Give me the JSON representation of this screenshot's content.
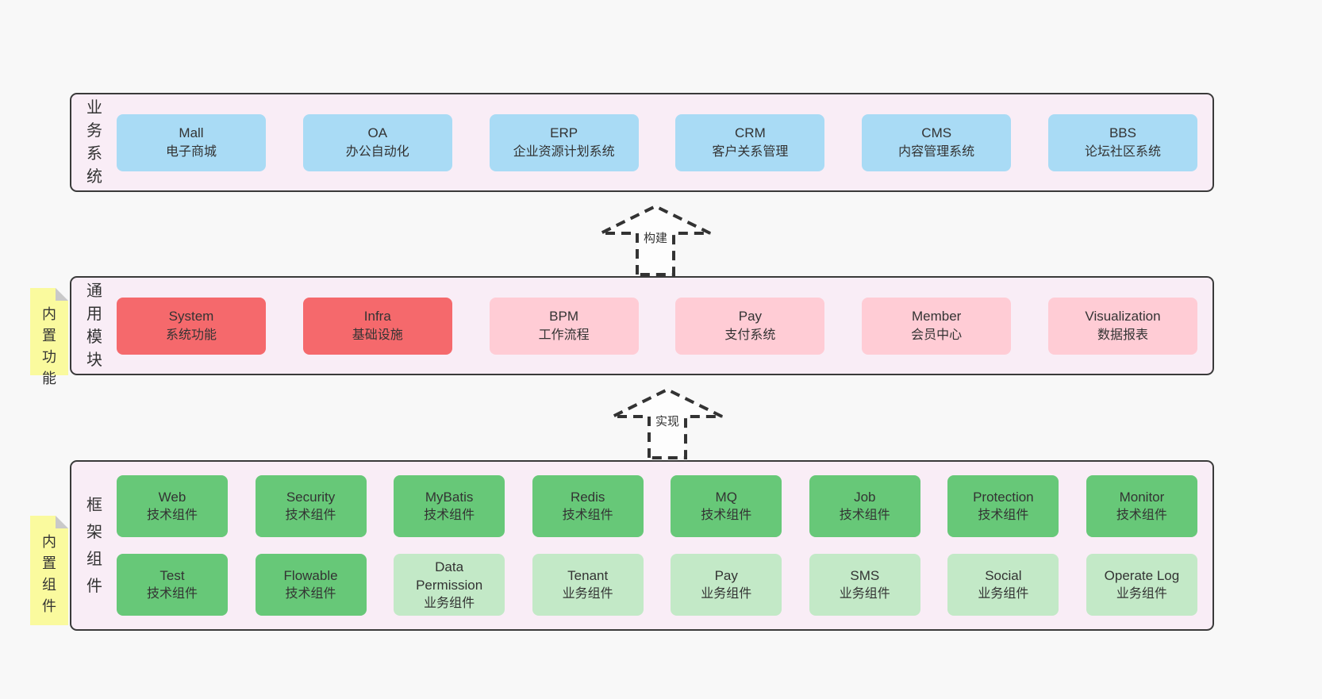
{
  "colors": {
    "page_bg": "#f8f8f8",
    "band_bg": "#f9edf6",
    "band_border": "#3a3a3a",
    "blue": "#a9dbf5",
    "red": "#f5696c",
    "pink": "#ffccd5",
    "green_dark": "#67c878",
    "green_light": "#c3e9c7",
    "sticky_bg": "#fafa9e",
    "sticky_fold": "#c9c9c9",
    "text": "#333333"
  },
  "bands": {
    "business": {
      "label": "业务系统",
      "boxes": [
        {
          "title": "Mall",
          "subtitle": "电子商城"
        },
        {
          "title": "OA",
          "subtitle": "办公自动化"
        },
        {
          "title": "ERP",
          "subtitle": "企业资源计划系统"
        },
        {
          "title": "CRM",
          "subtitle": "客户关系管理"
        },
        {
          "title": "CMS",
          "subtitle": "内容管理系统"
        },
        {
          "title": "BBS",
          "subtitle": "论坛社区系统"
        }
      ]
    },
    "modules": {
      "label": "通用模块",
      "sticky": "内置功能",
      "boxes": [
        {
          "title": "System",
          "subtitle": "系统功能",
          "variant": "red"
        },
        {
          "title": "Infra",
          "subtitle": "基础设施",
          "variant": "red"
        },
        {
          "title": "BPM",
          "subtitle": "工作流程",
          "variant": "pink"
        },
        {
          "title": "Pay",
          "subtitle": "支付系统",
          "variant": "pink"
        },
        {
          "title": "Member",
          "subtitle": "会员中心",
          "variant": "pink"
        },
        {
          "title": "Visualization",
          "subtitle": "数据报表",
          "variant": "pink"
        }
      ]
    },
    "framework": {
      "label": "框架组件",
      "sticky": "内置组件",
      "row1": [
        {
          "title": "Web",
          "subtitle": "技术组件"
        },
        {
          "title": "Security",
          "subtitle": "技术组件"
        },
        {
          "title": "MyBatis",
          "subtitle": "技术组件"
        },
        {
          "title": "Redis",
          "subtitle": "技术组件"
        },
        {
          "title": "MQ",
          "subtitle": "技术组件"
        },
        {
          "title": "Job",
          "subtitle": "技术组件"
        },
        {
          "title": "Protection",
          "subtitle": "技术组件"
        },
        {
          "title": "Monitor",
          "subtitle": "技术组件"
        }
      ],
      "row2": [
        {
          "title": "Test",
          "subtitle": "技术组件",
          "variant": "green_dark"
        },
        {
          "title": "Flowable",
          "subtitle": "技术组件",
          "variant": "green_dark"
        },
        {
          "title": "Data Permission",
          "subtitle": "业务组件",
          "variant": "green_light"
        },
        {
          "title": "Tenant",
          "subtitle": "业务组件",
          "variant": "green_light"
        },
        {
          "title": "Pay",
          "subtitle": "业务组件",
          "variant": "green_light"
        },
        {
          "title": "SMS",
          "subtitle": "业务组件",
          "variant": "green_light"
        },
        {
          "title": "Social",
          "subtitle": "业务组件",
          "variant": "green_light"
        },
        {
          "title": "Operate Log",
          "subtitle": "业务组件",
          "variant": "green_light"
        }
      ]
    }
  },
  "arrows": {
    "build": {
      "label": "构建"
    },
    "implement": {
      "label": "实现"
    }
  }
}
